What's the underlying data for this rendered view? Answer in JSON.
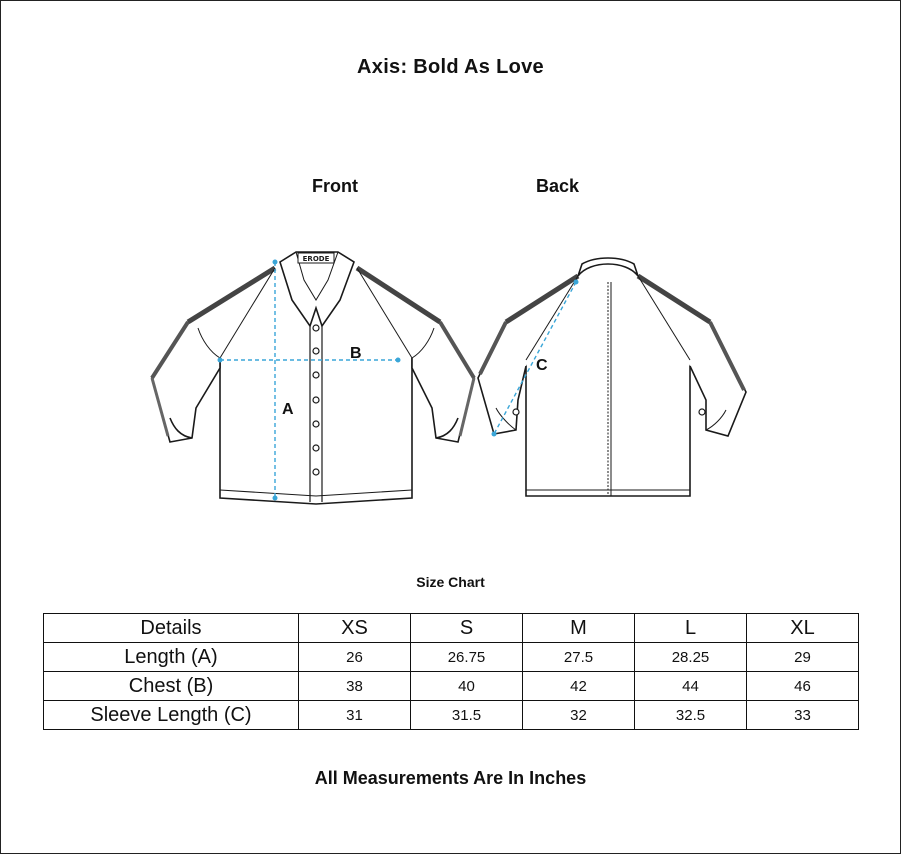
{
  "title": "Axis: Bold As Love",
  "views": {
    "front": "Front",
    "back": "Back"
  },
  "illustration": {
    "brand_tag": "ERODE",
    "markers": {
      "length": "A",
      "chest": "B",
      "sleeve": "C"
    },
    "measure_color": "#3aa6d8"
  },
  "chart_data": {
    "type": "table",
    "title": "Size Chart",
    "columns": [
      "Details",
      "XS",
      "S",
      "M",
      "L",
      "XL"
    ],
    "rows": [
      {
        "label": "Length (A)",
        "values": [
          "26",
          "26.75",
          "27.5",
          "28.25",
          "29"
        ]
      },
      {
        "label": "Chest (B)",
        "values": [
          "38",
          "40",
          "42",
          "44",
          "46"
        ]
      },
      {
        "label": "Sleeve Length (C)",
        "values": [
          "31",
          "31.5",
          "32",
          "32.5",
          "33"
        ]
      }
    ]
  },
  "footer": "All Measurements Are In Inches"
}
